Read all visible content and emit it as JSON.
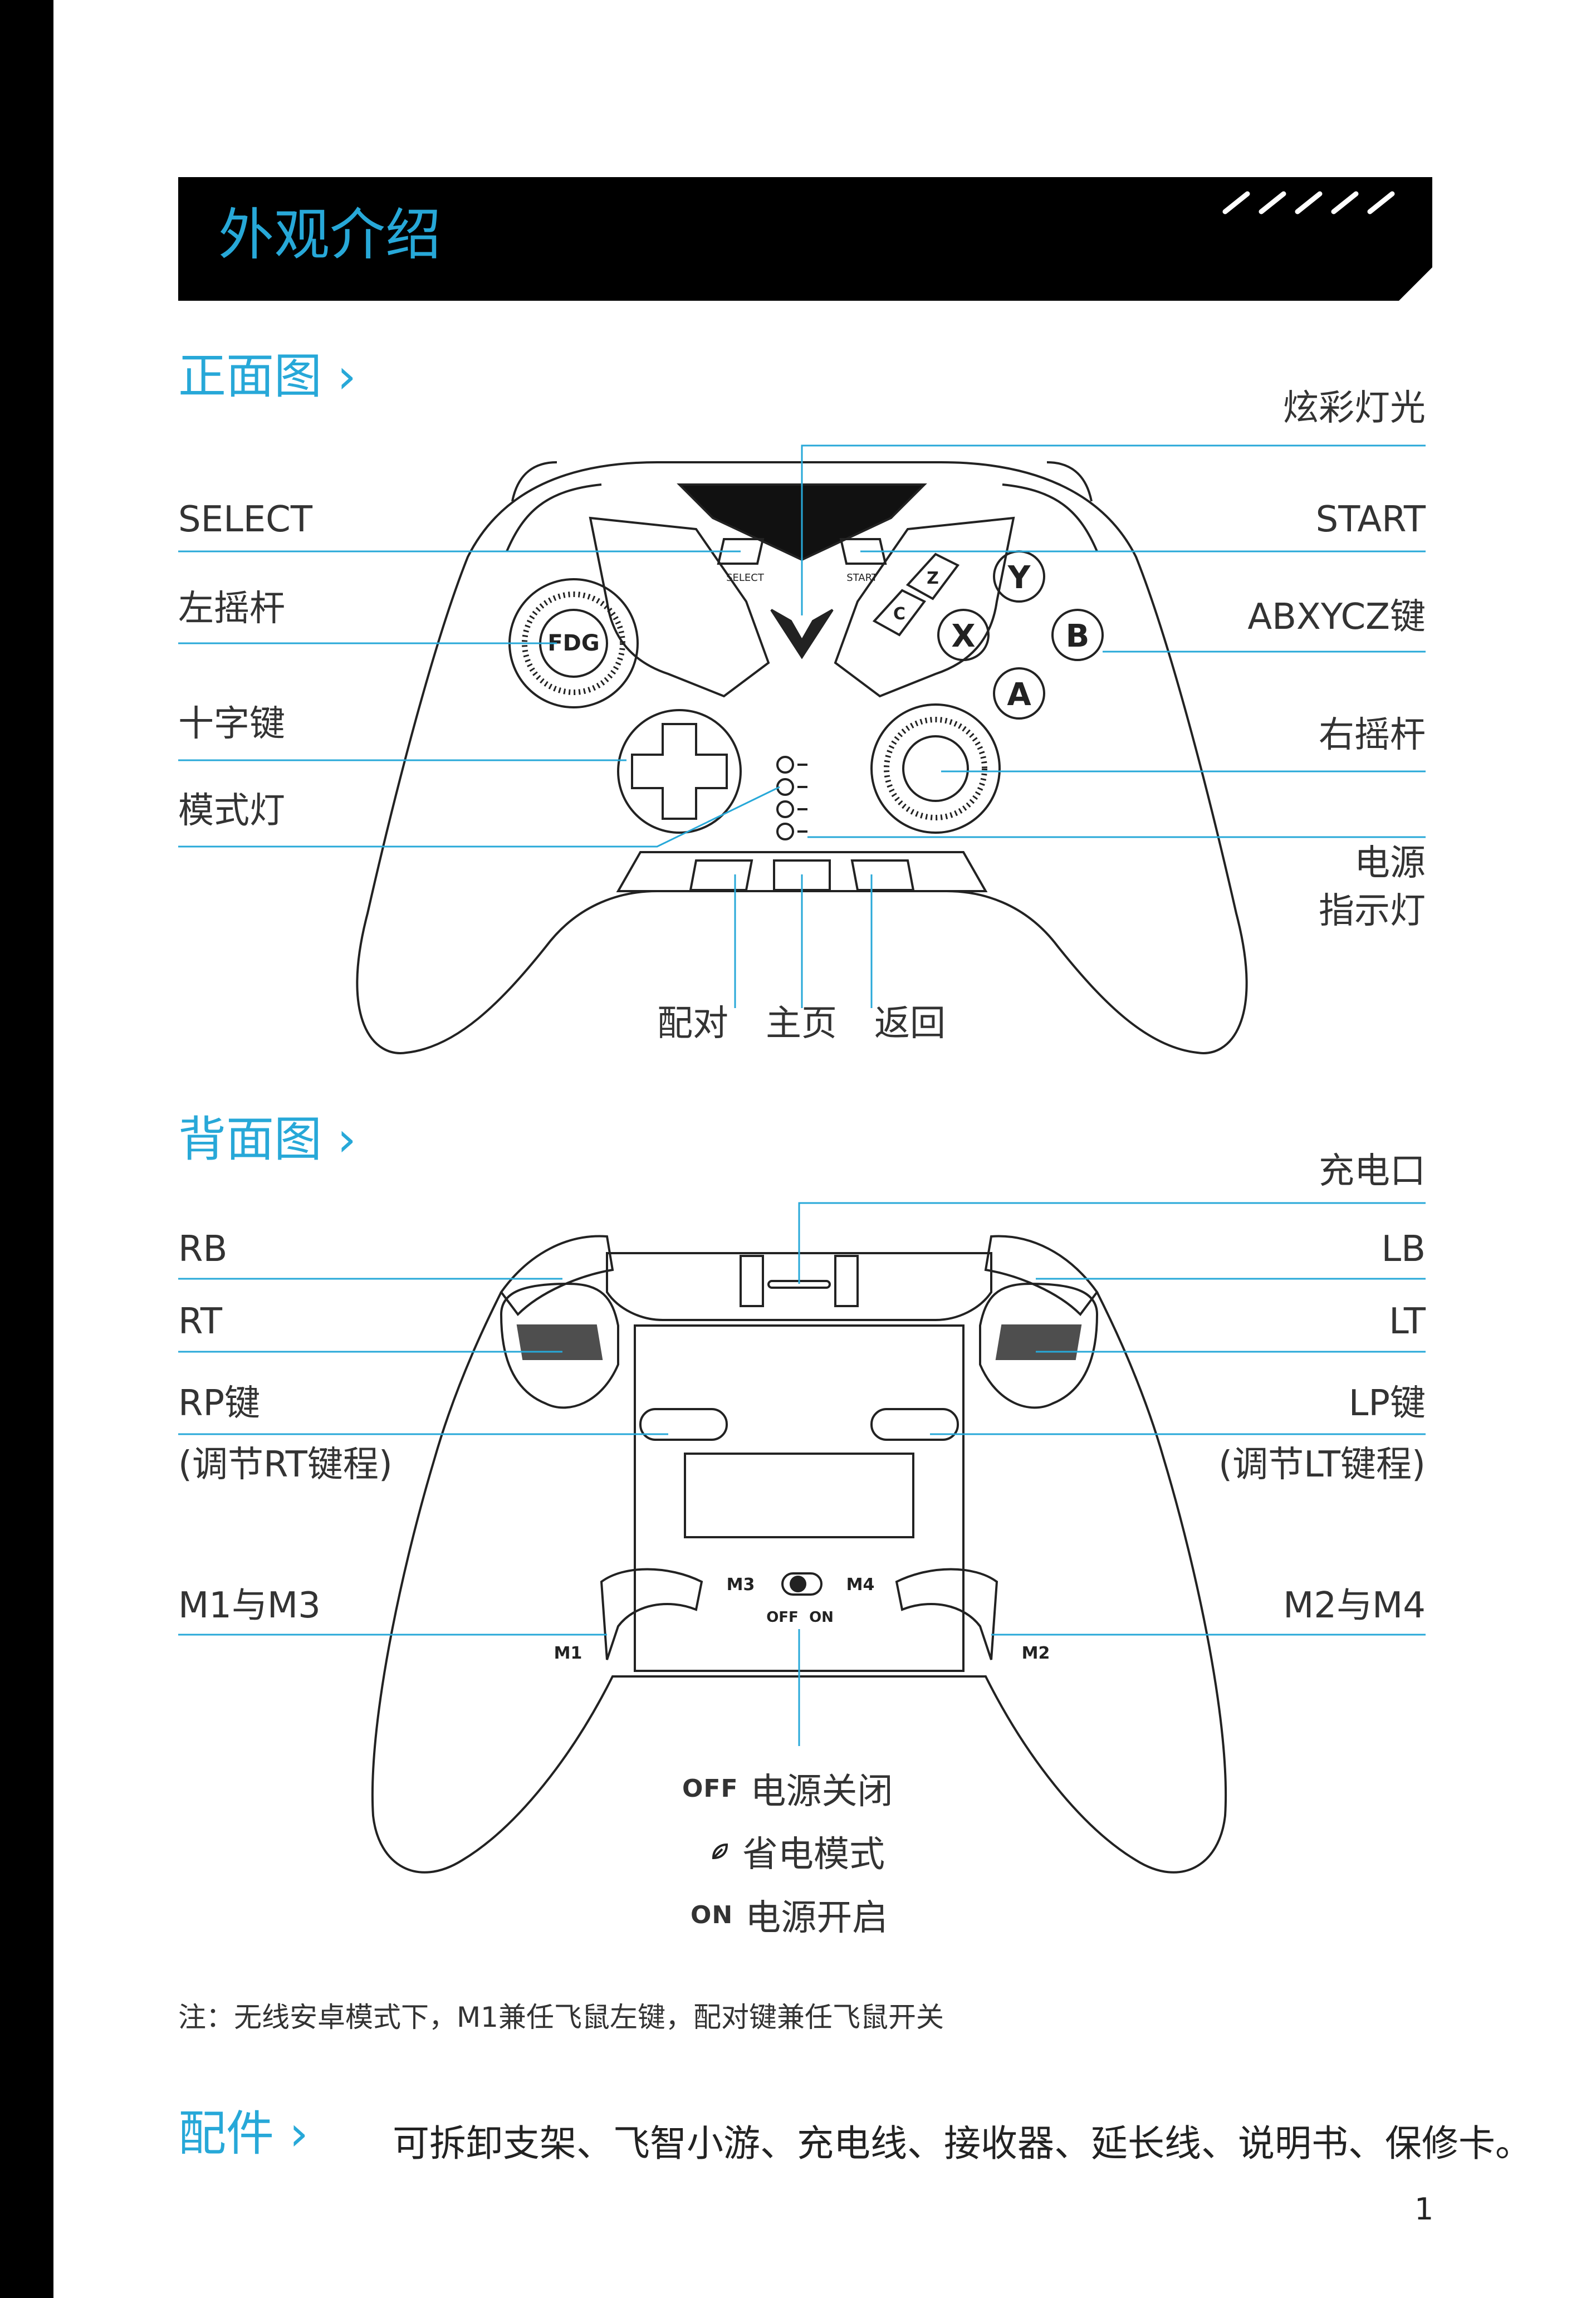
{
  "header": {
    "title": "外观介绍"
  },
  "front": {
    "heading": "正面图",
    "labels": {
      "rgb_light": "炫彩灯光",
      "select": "SELECT",
      "start": "START",
      "left_stick": "左摇杆",
      "abxycz": "ABXYCZ键",
      "dpad": "十字键",
      "right_stick": "右摇杆",
      "mode_light": "模式灯",
      "power_light_1": "电源",
      "power_light_2": "指示灯",
      "pair": "配对",
      "home": "主页",
      "back": "返回"
    },
    "device_text": {
      "select_btn": "SELECT",
      "start_btn": "START",
      "stick_logo": "FDG",
      "btn_y": "Y",
      "btn_x": "X",
      "btn_b": "B",
      "btn_a": "A",
      "btn_c": "C",
      "btn_z": "Z"
    }
  },
  "back": {
    "heading": "背面图",
    "labels": {
      "charge_port": "充电口",
      "rb": "RB",
      "lb": "LB",
      "rt": "RT",
      "lt": "LT",
      "rp": "RP键",
      "rp_note": "(调节RT键程)",
      "lp": "LP键",
      "lp_note": "(调节LT键程)",
      "m1m3": "M1与M3",
      "m2m4": "M2与M4"
    },
    "device_text": {
      "m1": "M1",
      "m2": "M2",
      "m3": "M3",
      "m4": "M4",
      "off": "OFF",
      "on": "ON"
    },
    "switch_legend": [
      {
        "code": "OFF",
        "text": "电源关闭"
      },
      {
        "code": "",
        "icon": "power-save-icon",
        "text": "省电模式"
      },
      {
        "code": "ON",
        "text": "电源开启"
      }
    ]
  },
  "note": "注：无线安卓模式下，M1兼任飞鼠左键，配对键兼任飞鼠开关",
  "accessories": {
    "heading": "配件",
    "text": "可拆卸支架、飞智小游、充电线、接收器、延长线、说明书、保修卡。"
  },
  "page_number": "1",
  "colors": {
    "accent": "#27a8d8",
    "black": "#000000",
    "line": "#27a8d8"
  }
}
